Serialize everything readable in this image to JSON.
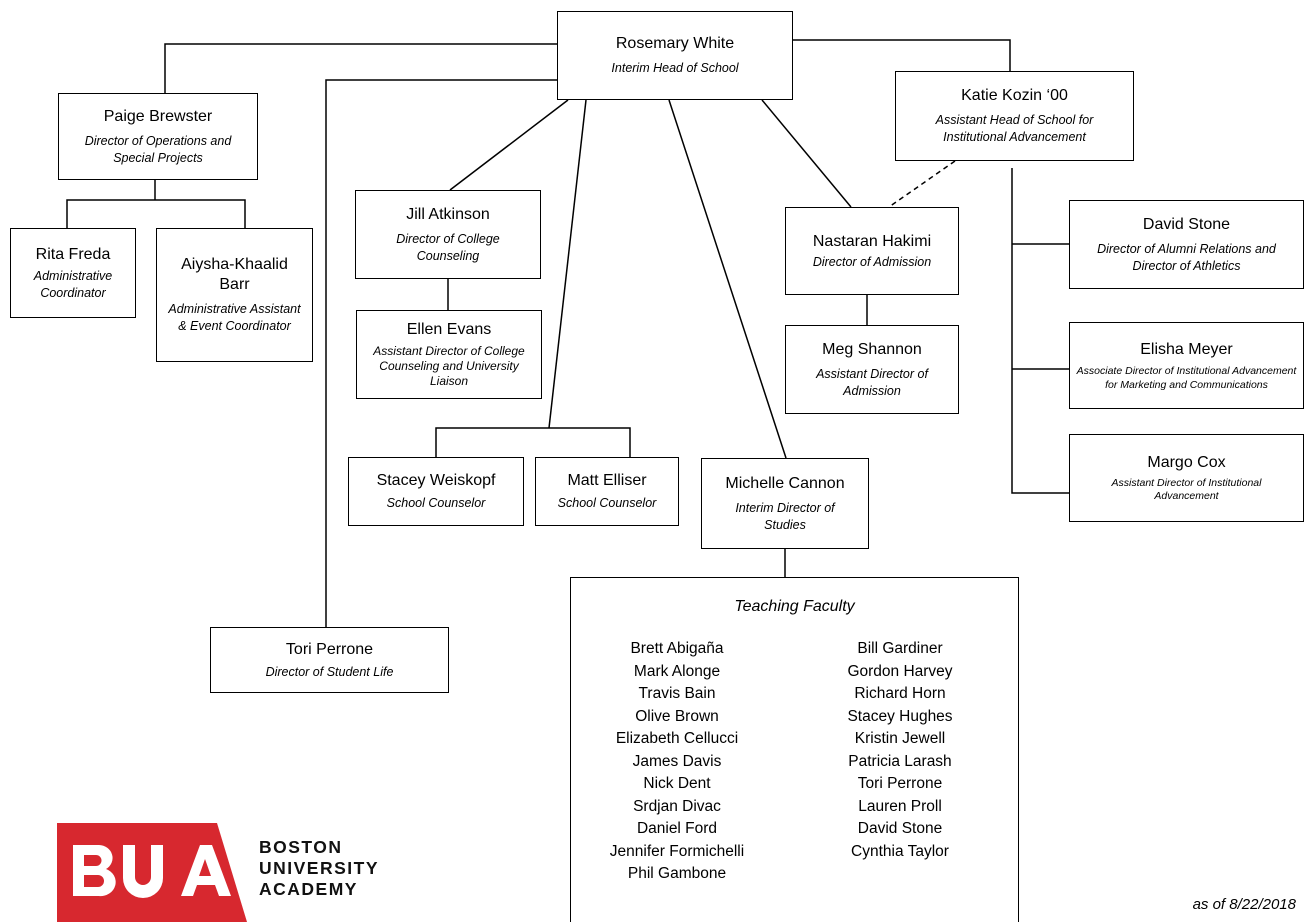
{
  "head": {
    "name": "Rosemary White",
    "title": "Interim Head of School"
  },
  "operations": {
    "name": "Paige Brewster",
    "title": "Director of Operations and Special Projects"
  },
  "admin_coord": {
    "name": "Rita Freda",
    "title": "Administrative Coordinator"
  },
  "admin_asst": {
    "name": "Aiysha-Khaalid Barr",
    "title": "Administrative Assistant & Event Coordinator"
  },
  "advancement": {
    "name": "Katie Kozin ‘00",
    "title": "Assistant Head of School for Institutional Advancement"
  },
  "college_counseling": {
    "name": "Jill Atkinson",
    "title": "Director of College Counseling"
  },
  "asst_college": {
    "name": "Ellen Evans",
    "title": "Assistant Director of College Counseling and University Liaison"
  },
  "admission": {
    "name": "Nastaran Hakimi",
    "title": "Director of Admission"
  },
  "asst_admission": {
    "name": "Meg Shannon",
    "title": "Assistant Director of Admission"
  },
  "alumni": {
    "name": "David Stone",
    "title": "Director of Alumni Relations and Director of Athletics"
  },
  "marketing": {
    "name": "Elisha Meyer",
    "title": "Associate Director of Institutional Advancement for Marketing and Communications"
  },
  "asst_advancement": {
    "name": "Margo Cox",
    "title": "Assistant Director of Institutional Advancement"
  },
  "counselor1": {
    "name": "Stacey Weiskopf",
    "title": "School Counselor"
  },
  "counselor2": {
    "name": "Matt Elliser",
    "title": "School Counselor"
  },
  "studies": {
    "name": "Michelle Cannon",
    "title": "Interim Director of Studies"
  },
  "student_life": {
    "name": "Tori Perrone",
    "title": "Director of Student Life"
  },
  "faculty": {
    "heading": "Teaching Faculty",
    "column1": [
      "Brett Abigaña",
      "Mark Alonge",
      "Travis Bain",
      "Olive Brown",
      "Elizabeth Cellucci",
      "James Davis",
      "Nick Dent",
      "Srdjan Divac",
      "Daniel Ford",
      "Jennifer Formichelli",
      "Phil Gambone"
    ],
    "column2": [
      "Bill Gardiner",
      "Gordon Harvey",
      "Richard Horn",
      "Stacey Hughes",
      "Kristin Jewell",
      "Patricia Larash",
      "Tori Perrone",
      "Lauren Proll",
      "David Stone",
      "Cynthia Taylor"
    ]
  },
  "logo": {
    "mark": "BUA",
    "line1": "BOSTON",
    "line2": "UNIVERSITY",
    "line3": "ACADEMY",
    "color": "#d7282f"
  },
  "date_note": "as of 8/22/2018"
}
